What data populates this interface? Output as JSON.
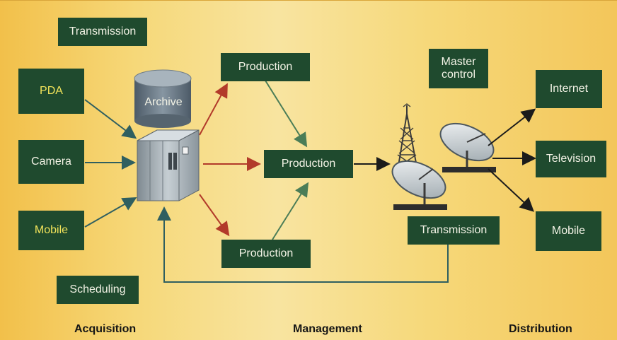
{
  "boxes": {
    "transmission_top": "Transmission",
    "pda": "PDA",
    "camera": "Camera",
    "mobile_left": "Mobile",
    "scheduling": "Scheduling",
    "archive": "Archive",
    "production_top": "Production",
    "production_mid": "Production",
    "production_bottom": "Production",
    "master_control": "Master\ncontrol",
    "transmission_right": "Transmission",
    "internet": "Internet",
    "television": "Television",
    "mobile_right": "Mobile"
  },
  "sections": {
    "acquisition": "Acquisition",
    "management": "Management",
    "distribution": "Distribution"
  },
  "colors": {
    "box_bg": "#1f4a2e",
    "box_text": "#f3f3e6",
    "accent_text": "#f1e35a",
    "arrow_teal": "#2f5f60",
    "arrow_red": "#b23a2a",
    "arrow_green": "#4b7d57",
    "arrow_black": "#1b1b1b"
  },
  "icons": {
    "server": "server-rack-icon",
    "tower": "transmission-tower-icon",
    "dish": "satellite-dish-icon",
    "archive": "database-cylinder-icon"
  }
}
